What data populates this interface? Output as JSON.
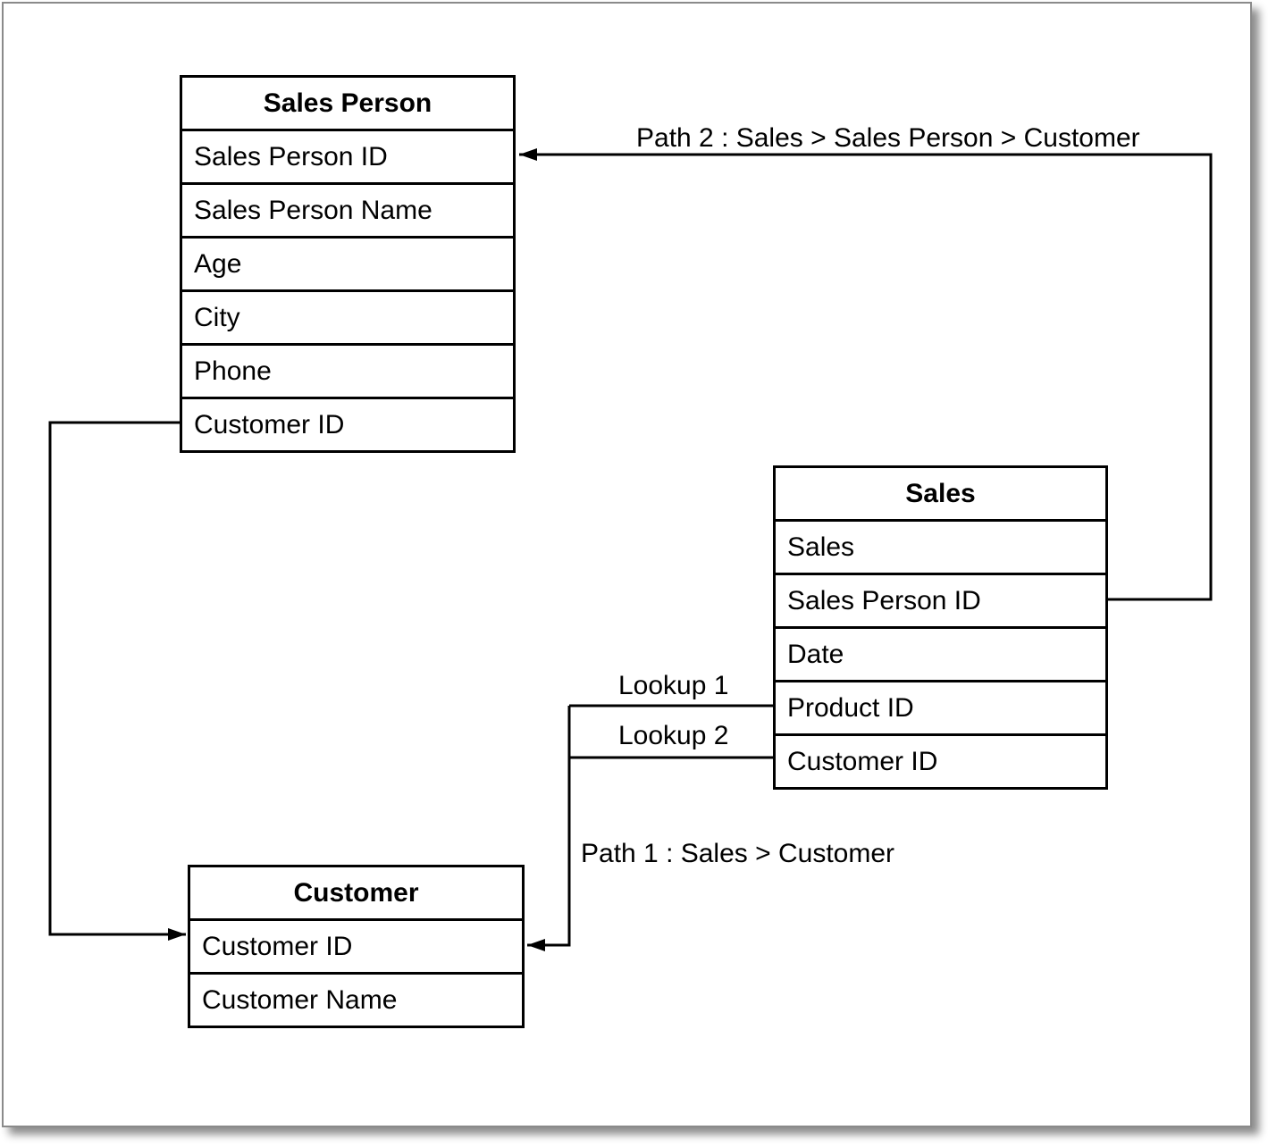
{
  "page": {
    "background": "#ffffff",
    "border_color": "#8a8a8a"
  },
  "diagram": {
    "tables": [
      {
        "title": "Sales Person",
        "rows": [
          "Sales Person ID",
          "Sales Person Name",
          "Age",
          "City",
          "Phone",
          "Customer ID"
        ]
      },
      {
        "title": "Sales",
        "rows": [
          "Sales",
          "Sales Person ID",
          "Date",
          "Product ID",
          "Customer ID"
        ]
      },
      {
        "title": "Customer",
        "rows": [
          "Customer ID",
          "Customer Name"
        ]
      }
    ],
    "labels": {
      "path2": "Path 2 : Sales > Sales Person > Customer",
      "lookup1": "Lookup 1",
      "lookup2": "Lookup 2",
      "path1": "Path 1 : Sales > Customer"
    },
    "colors": {
      "line": "#000000",
      "text": "#000000"
    }
  }
}
